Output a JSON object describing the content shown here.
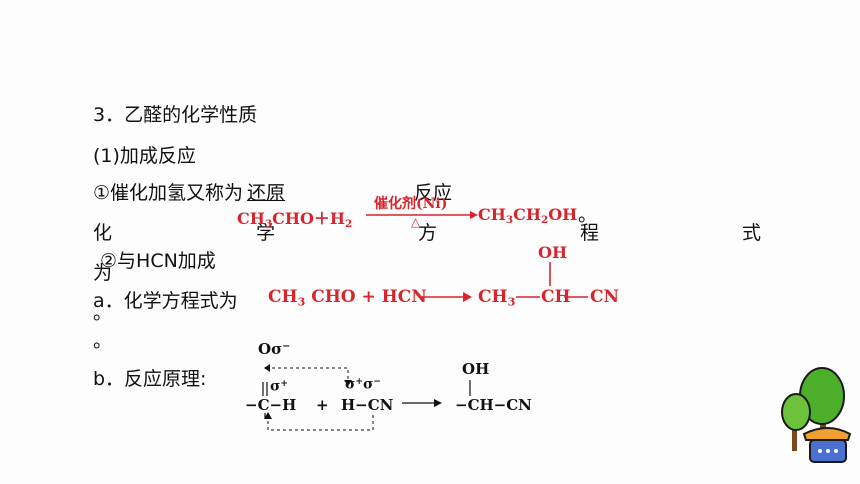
{
  "section": {
    "title": "3．乙醛的化学性质",
    "item1": "(1)加成反应"
  },
  "hydrogenation": {
    "prefix": "①催化加氢又称为",
    "blank_answer": "还原",
    "suffix": "反应",
    "filler_line": [
      "化",
      "学",
      "方",
      "程",
      "式"
    ],
    "last_char": "为",
    "reactant1": "CH",
    "reactant1_sub": "3",
    "reactant1_tail": "CHO＋H",
    "reactant1_tail_sub": "2",
    "catalyst": "催化剂(Ni)",
    "condition": "△",
    "product": "CH",
    "product_sub1": "3",
    "product_mid": "CH",
    "product_sub2": "2",
    "product_tail": "OH",
    "period": "。"
  },
  "hcn": {
    "title": "②与HCN加成",
    "a_label": "a．化学方程式为",
    "eq_left": "CH",
    "eq_left_sub": "3",
    "eq_left_tail": " CHO + HCN",
    "eq_prod_a": "CH",
    "eq_prod_a_sub": "3",
    "eq_prod_b": "CH",
    "eq_prod_c": "CN",
    "eq_prod_oh": "OH",
    "period": "。",
    "b_label": "b．反应原理:"
  },
  "mechanism": {
    "sigma_minus": "σ",
    "sigma_plus": "σ",
    "minus": "−",
    "plus": "+",
    "o": "O",
    "c": "C",
    "h": "H",
    "plus_sign": "+",
    "hcn": "H−CN",
    "product_oh": "OH",
    "product": "−CH−CN",
    "dash": "−"
  }
}
